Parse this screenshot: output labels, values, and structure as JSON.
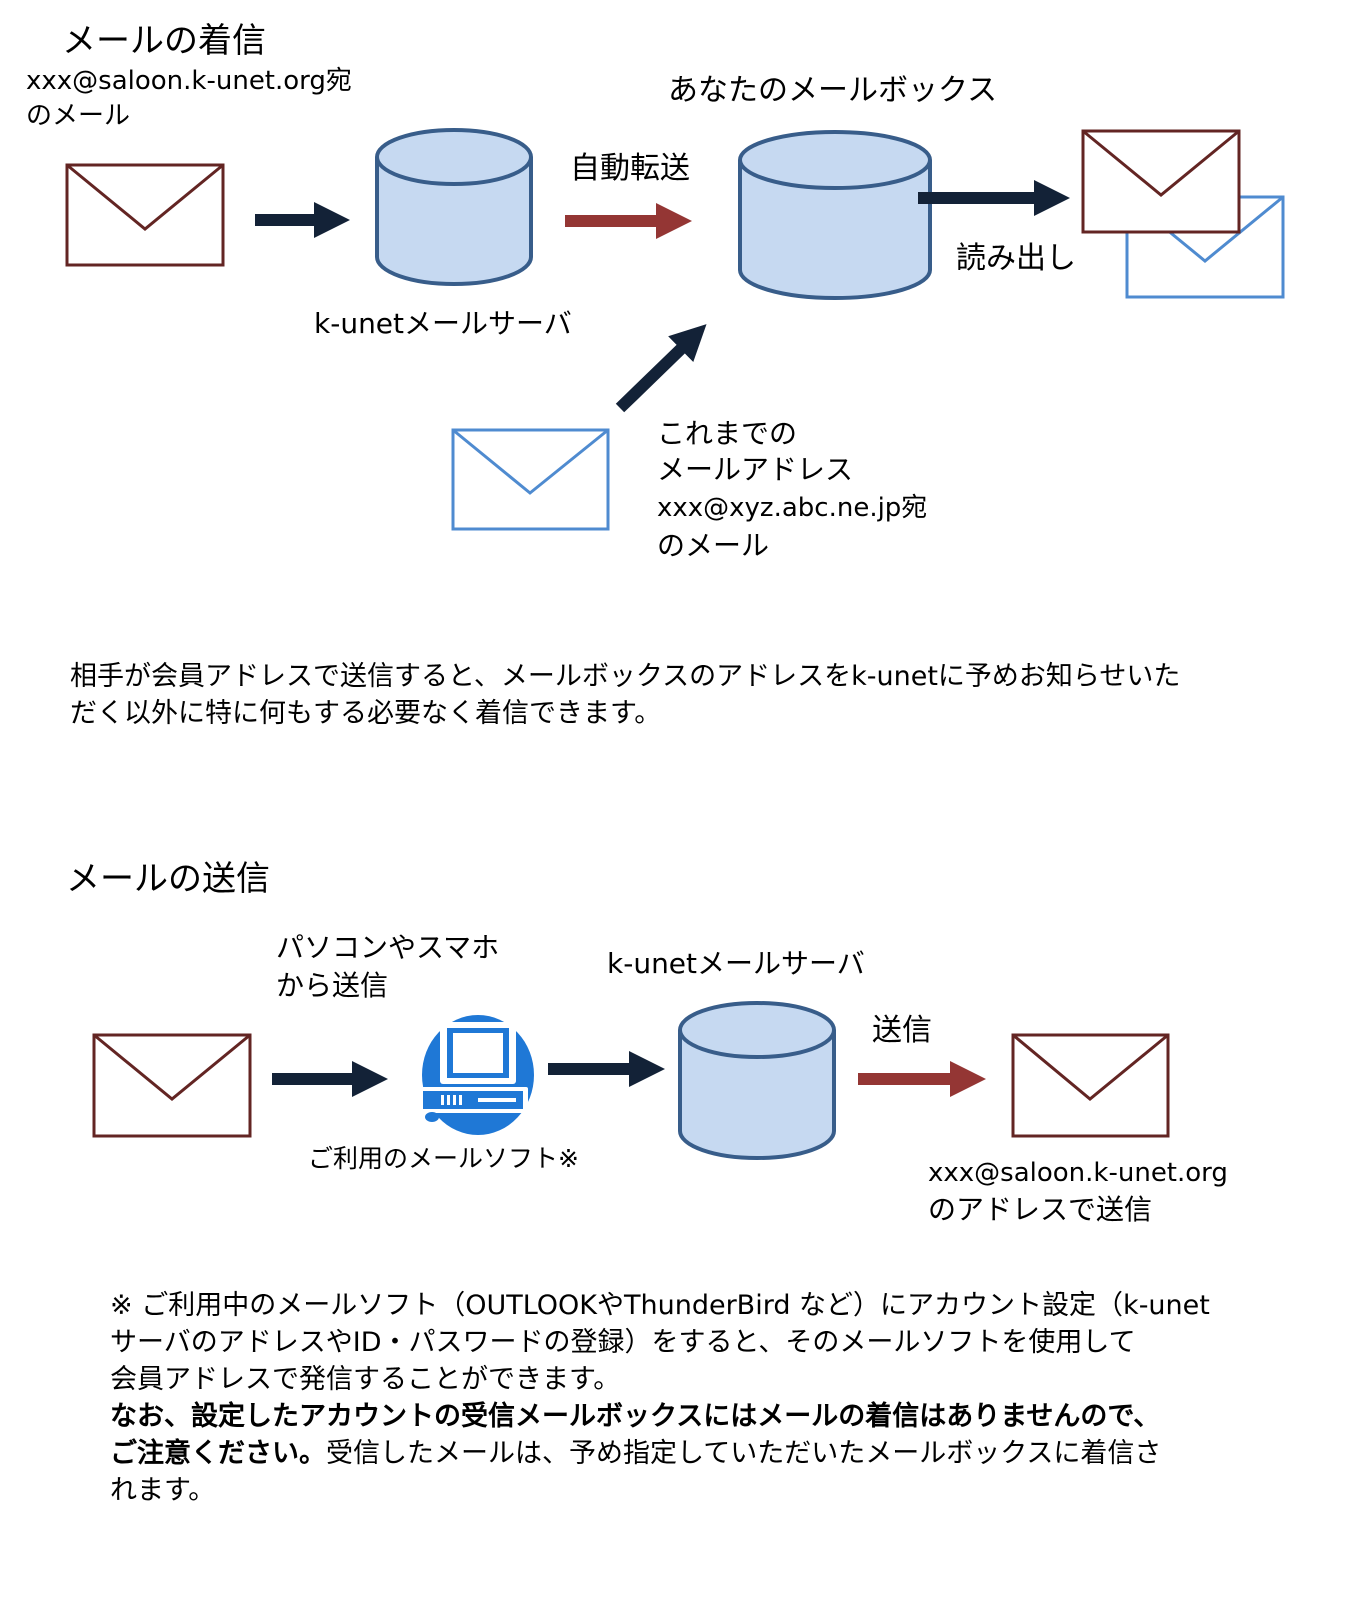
{
  "receive": {
    "title": "メールの着信",
    "incoming_address_line1": "xxx@saloon.k-unet.org宛",
    "incoming_address_line2": "のメール",
    "server_label": "k-unetメールサーバ",
    "forward_label": "自動転送",
    "mailbox_label": "あなたのメールボックス",
    "read_label": "読み出し",
    "old_address_line1": "これまでの",
    "old_address_line2": "メールアドレス",
    "old_address_line3": "xxx@xyz.abc.ne.jp宛",
    "old_address_line4": "のメール",
    "description_line1": "相手が会員アドレスで送信すると、メールボックスのアドレスをk-unetに予めお知らせいた",
    "description_line2": "だく以外に特に何もする必要なく着信できます。"
  },
  "send": {
    "title": "メールの送信",
    "from_device_line1": "パソコンやスマホ",
    "from_device_line2": "から送信",
    "mail_software_label": "ご利用のメールソフト※",
    "server_label": "k-unetメールサーバ",
    "send_label": "送信",
    "dest_address_line1": "xxx@saloon.k-unet.org",
    "dest_address_line2": "のアドレスで送信"
  },
  "note": {
    "line1": "※ ご利用中のメールソフト（OUTLOOKやThunderBird など）にアカウント設定（k-unet",
    "line2": "サーバのアドレスやID・パスワードの登録）をすると、そのメールソフトを使用して",
    "line3": "会員アドレスで発信することができます。",
    "line4_bold": "なお、設定したアカウントの受信メールボックスにはメールの着信はありませんので、",
    "line5_bold": "ご注意ください。",
    "line5_normal": "受信したメールは、予め指定していただいたメールボックスに着信さ",
    "line6": "れます。"
  },
  "colors": {
    "navy_arrow": "#132237",
    "red_arrow": "#943634",
    "envelope_brown": "#632523",
    "envelope_blue": "#4f8bd0",
    "cylinder_fill": "#c6d9f1",
    "cylinder_stroke": "#385d8a",
    "computer_blue": "#1f78d6"
  }
}
